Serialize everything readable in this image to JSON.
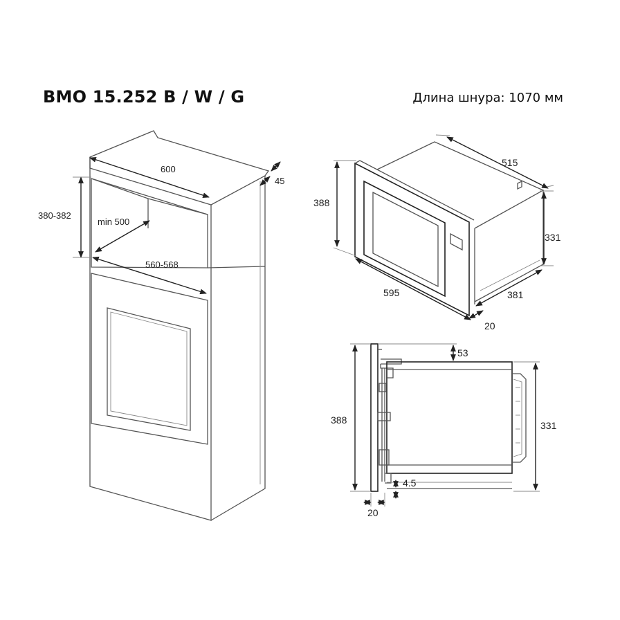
{
  "header": {
    "model": "BMO 15.252 B / W / G",
    "cord_length": "Длина шнура: 1070 мм"
  },
  "niche_dimensions": {
    "width_top": "600",
    "depth_side": "45",
    "height": "380-382",
    "depth_min": "min 500",
    "width_inner": "560-568"
  },
  "appliance_dimensions": {
    "height": "388",
    "depth_top": "515",
    "body_height": "331",
    "width": "595",
    "body_depth": "381",
    "frame_depth": "20"
  },
  "side_view_dimensions": {
    "top_offset": "53",
    "height": "388",
    "body_height": "331",
    "bottom_gap": "4.5",
    "frame_depth": "20"
  }
}
